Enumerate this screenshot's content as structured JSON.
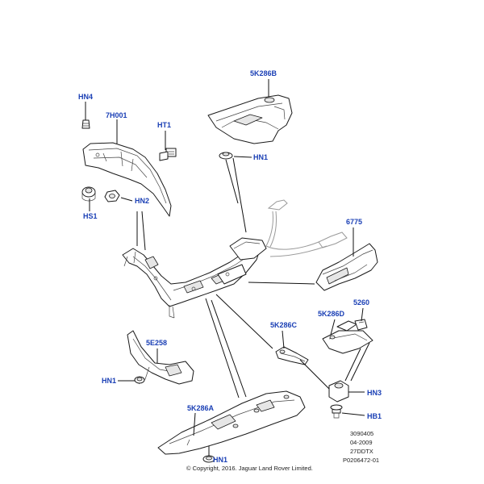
{
  "callouts": {
    "hn4": "HN4",
    "p7h001": "7H001",
    "ht1": "HT1",
    "hn2": "HN2",
    "hs1": "HS1",
    "p5k286b": "5K286B",
    "hn1_top": "HN1",
    "p6775": "6775",
    "p5k286d": "5K286D",
    "p5260": "5260",
    "p5k286c": "5K286C",
    "p5e258": "5E258",
    "hn1_left": "HN1",
    "hn3": "HN3",
    "hb1": "HB1",
    "p5k286a": "5K286A",
    "hn1_bottom": "HN1"
  },
  "info_block": {
    "line1": "3090405",
    "line2": "04-2009",
    "line3": "27DDTX",
    "line4": "P0206472-01"
  },
  "copyright": "© Copyright, 2016. Jaguar Land Rover Limited."
}
